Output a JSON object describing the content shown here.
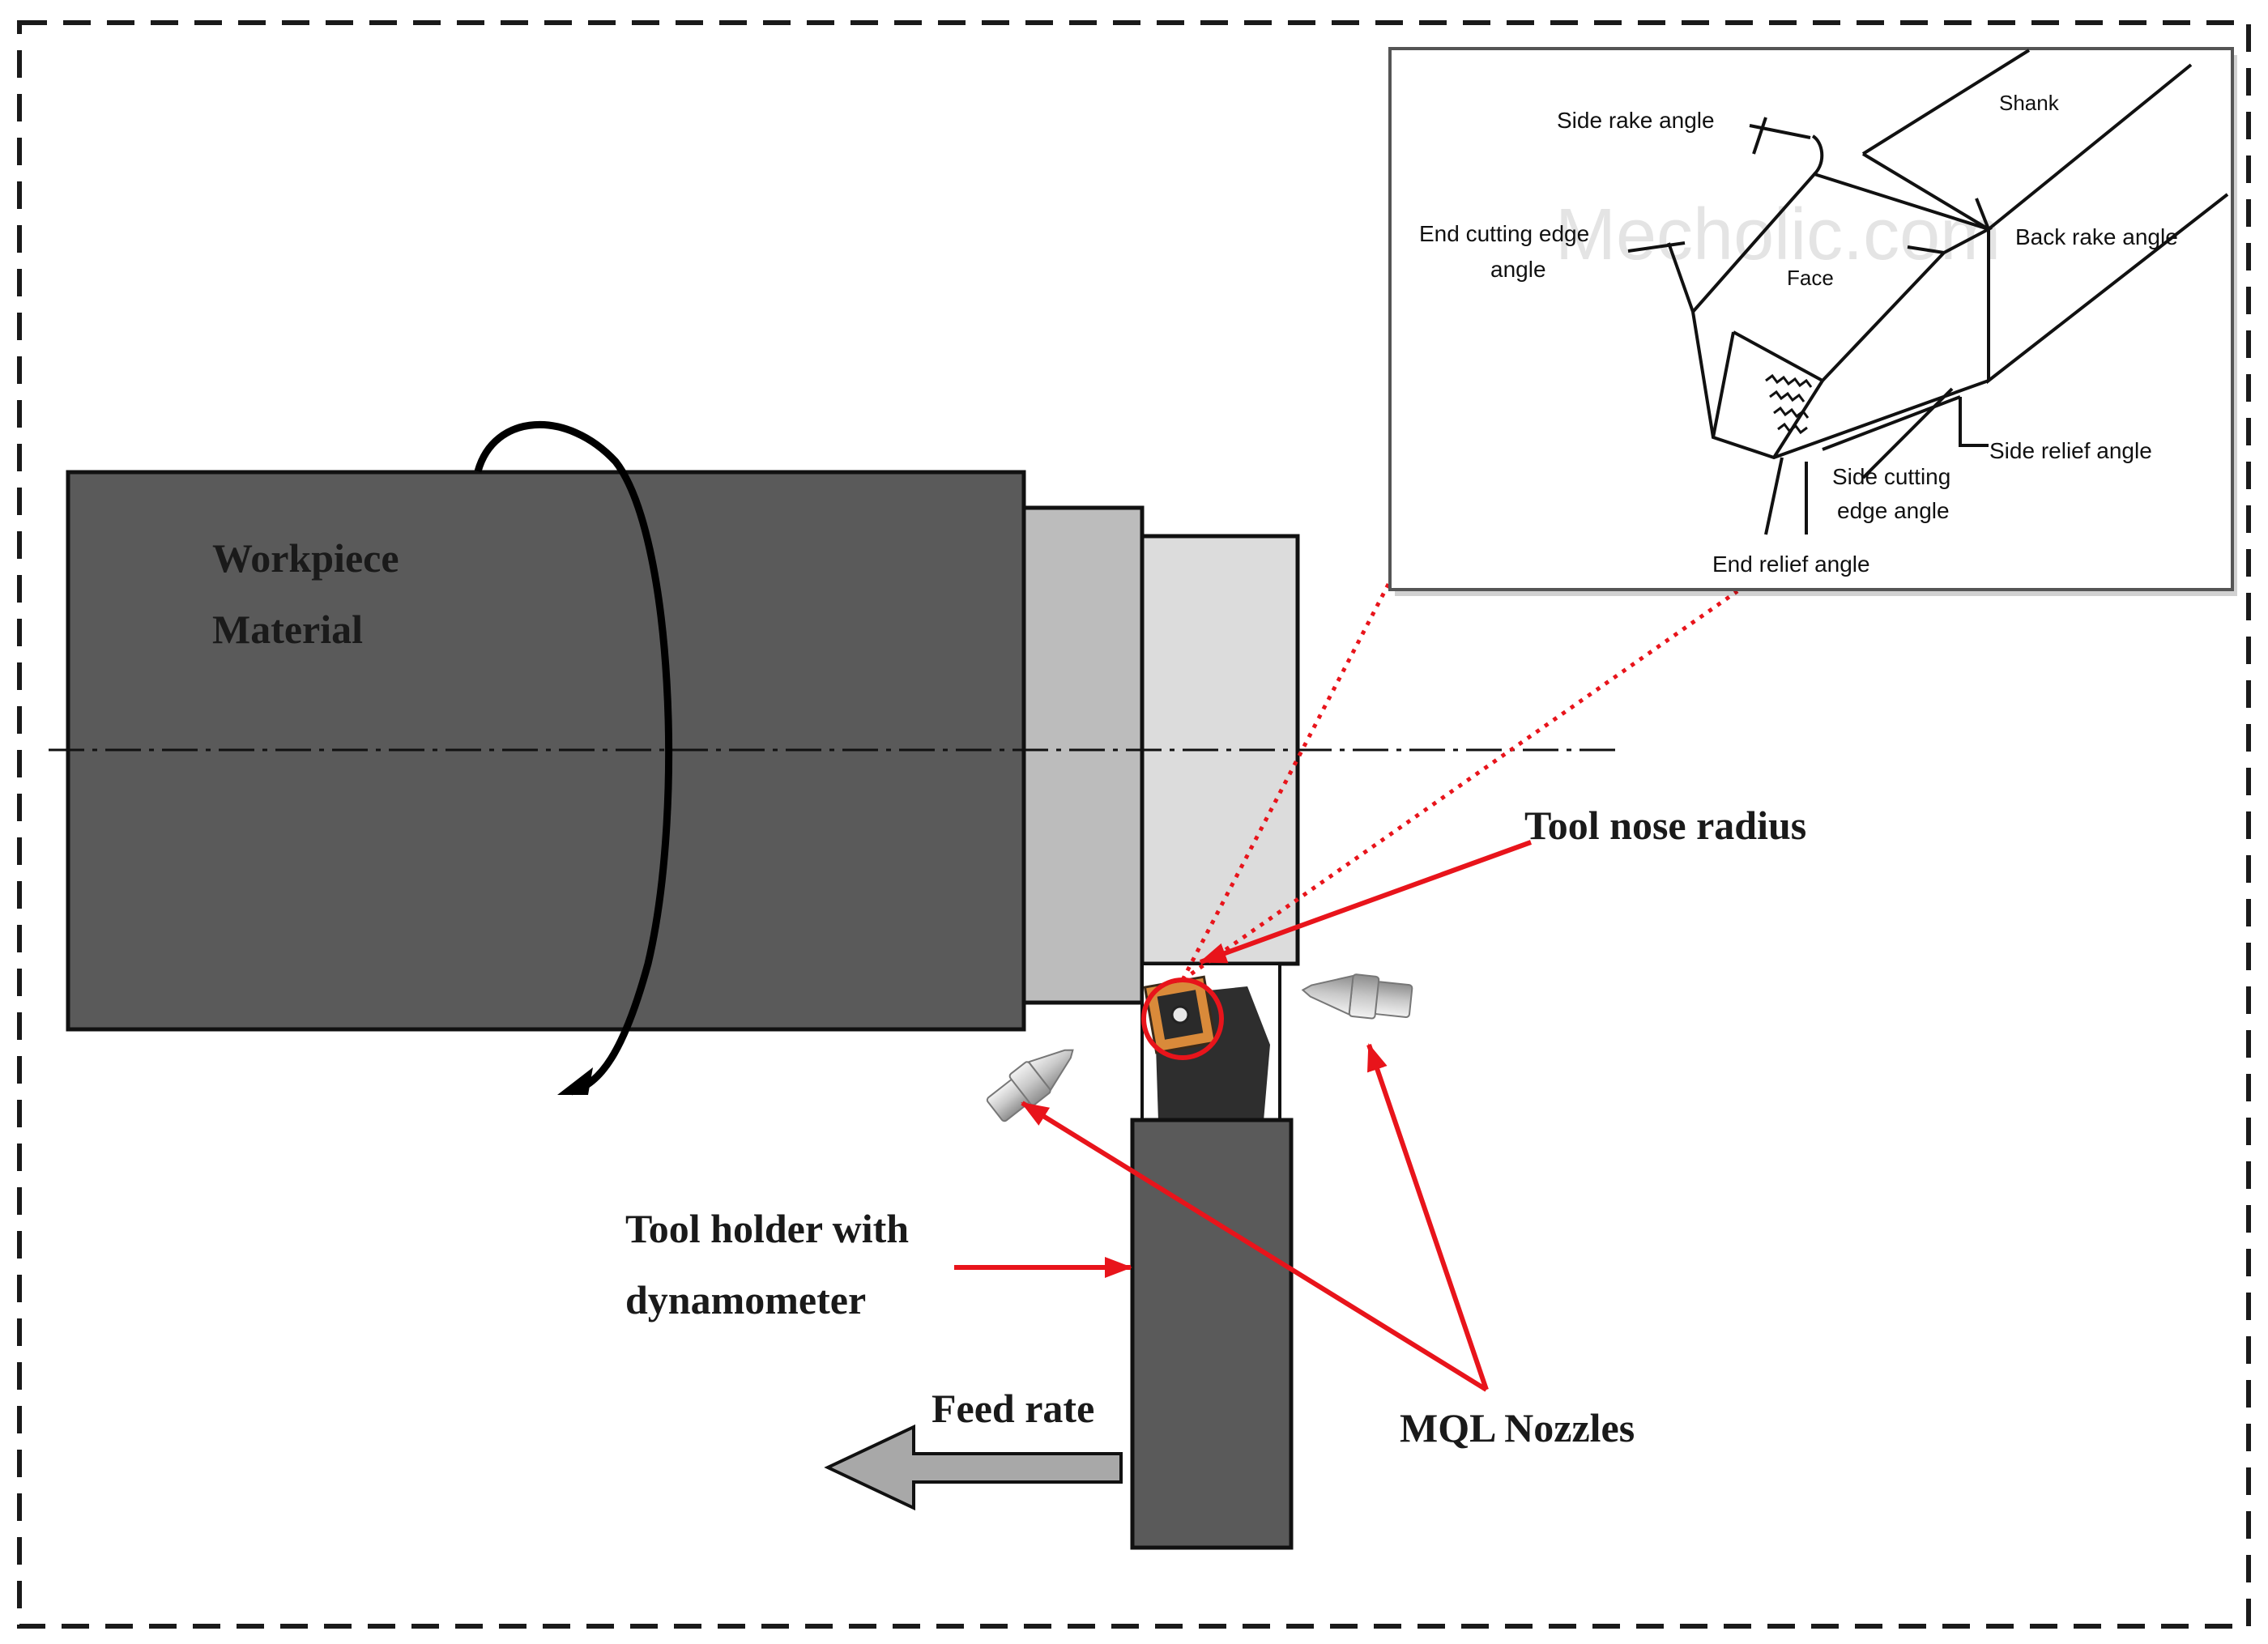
{
  "labels": {
    "workpiece_line1": "Workpiece",
    "workpiece_line2": "Material",
    "tool_nose_radius": "Tool nose radius",
    "tool_holder_line1": "Tool holder with",
    "tool_holder_line2": "dynamometer",
    "feed_rate": "Feed rate",
    "mql_nozzles": "MQL Nozzles"
  },
  "inset": {
    "shank": "Shank",
    "side_rake_angle": "Side rake angle",
    "end_cutting_edge_line1": "End cutting edge",
    "end_cutting_edge_line2": "angle",
    "back_rake_angle": "Back rake angle",
    "face": "Face",
    "side_relief_angle": "Side relief angle",
    "side_cutting_line1": "Side cutting",
    "side_cutting_line2": "edge angle",
    "end_relief_angle": "End relief angle",
    "watermark": "Mecholic.com"
  },
  "icons": {
    "rotation": "rotation-arrow-icon",
    "feed": "feed-direction-arrow-icon",
    "nozzle": "mql-nozzle-icon",
    "insert": "cutting-insert-icon"
  },
  "colors": {
    "workpiece": "#5a5a5a",
    "step1": "#bcbcbc",
    "step2": "#dcdcdc",
    "tool_holder": "#5a5a5a",
    "annotation": "#e8141b",
    "insert_orange": "#d98a3a",
    "feed_arrow": "#a8a8a8"
  }
}
